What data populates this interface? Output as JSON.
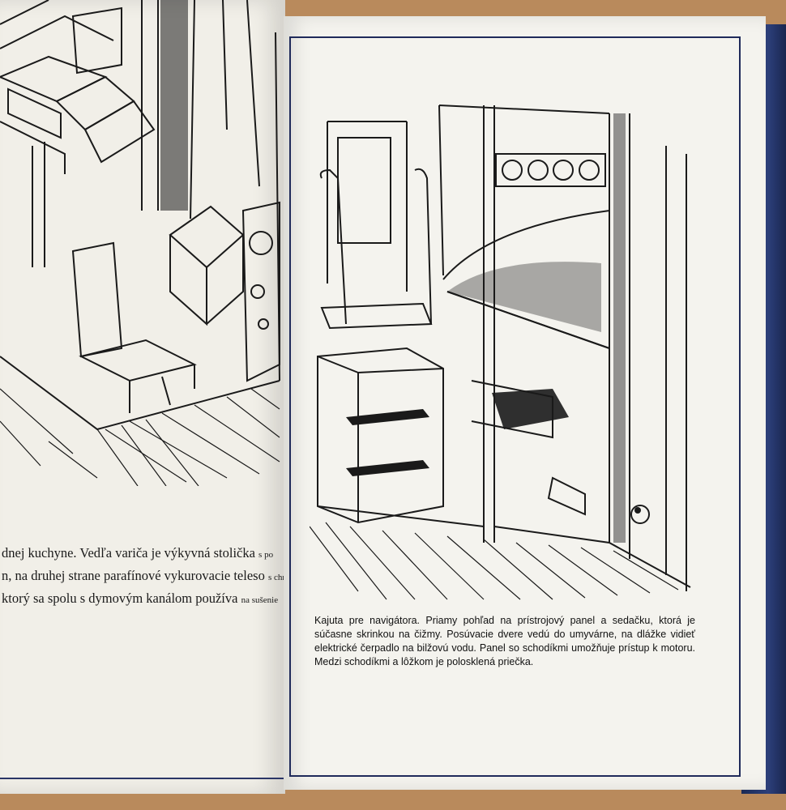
{
  "left_page": {
    "text_lines": [
      {
        "main": "dnej kuchyne. Vedľa variča je výkyvná stolička",
        "small": "s po"
      },
      {
        "main": "n, na druhej strane parafínové vykurovacie teleso",
        "small": "s chrán"
      },
      {
        "main": "ktorý sa spolu s dymovým kanálom používa",
        "small": "na sušenie"
      }
    ]
  },
  "right_page": {
    "caption": "Kajuta pre navigátora. Priamy pohľad na prístrojový panel a sedačku, ktorá je súčasne skrinkou na čižmy. Posúvacie dvere vedú do umyvárne, na dlážke vidieť elektrické čerpadlo na bilžovú vodu. Panel so schodíkmi umožňuje prístup k motoru. Medzi schodíkmi a lôžkom je polosklená priečka."
  },
  "colors": {
    "cover": "#2c3f7a",
    "ink": "#1a1a1a",
    "frame": "#1f2a5a",
    "paper": "#f4f3ee",
    "table": "#b98a5c"
  }
}
